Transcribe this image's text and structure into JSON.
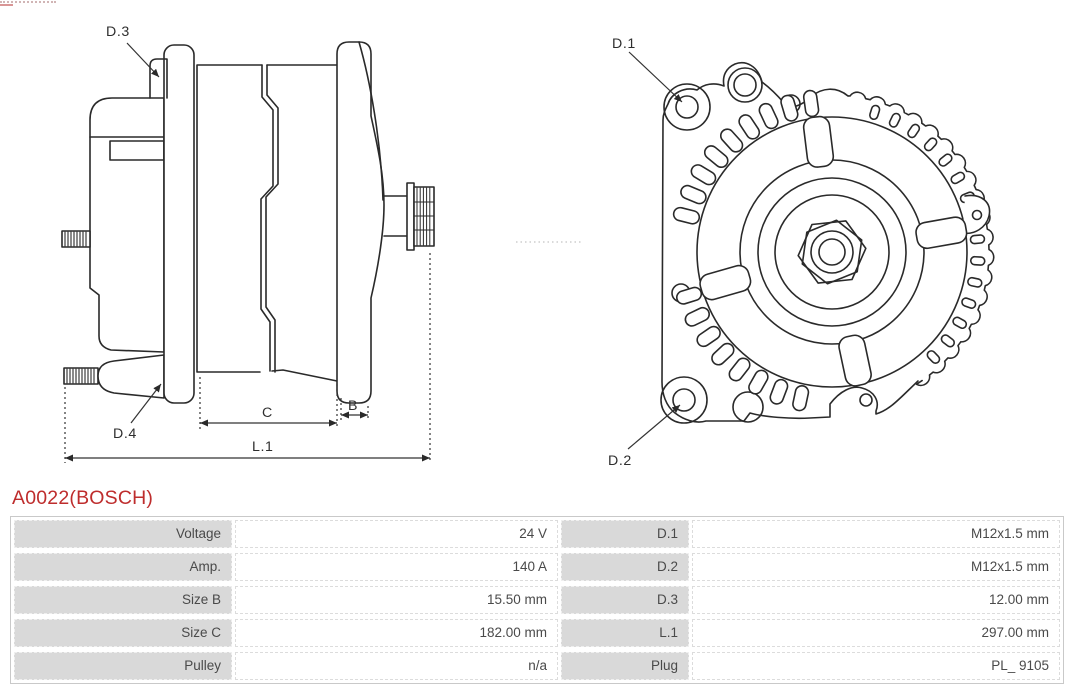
{
  "part": {
    "title": "A0022(BOSCH)",
    "title_color": "#be2d2d"
  },
  "diagram": {
    "line_color": "#2a2a2a",
    "labels": {
      "d1": "D.1",
      "d2": "D.2",
      "d3": "D.3",
      "d4": "D.4",
      "b": "B",
      "c": "C",
      "l1": "L.1"
    }
  },
  "specs": {
    "header_bg": "#d9d9d9",
    "text_color": "#4a4a4a",
    "rows": [
      {
        "label": "Voltage",
        "value": "24 V",
        "label2": "D.1",
        "value2": "M12x1.5 mm"
      },
      {
        "label": "Amp.",
        "value": "140 A",
        "label2": "D.2",
        "value2": "M12x1.5 mm"
      },
      {
        "label": "Size B",
        "value": "15.50 mm",
        "label2": "D.3",
        "value2": "12.00 mm"
      },
      {
        "label": "Size C",
        "value": "182.00 mm",
        "label2": "L.1",
        "value2": "297.00 mm"
      },
      {
        "label": "Pulley",
        "value": "n/a",
        "label2": "Plug",
        "value2": "PL_ 9105"
      }
    ]
  }
}
